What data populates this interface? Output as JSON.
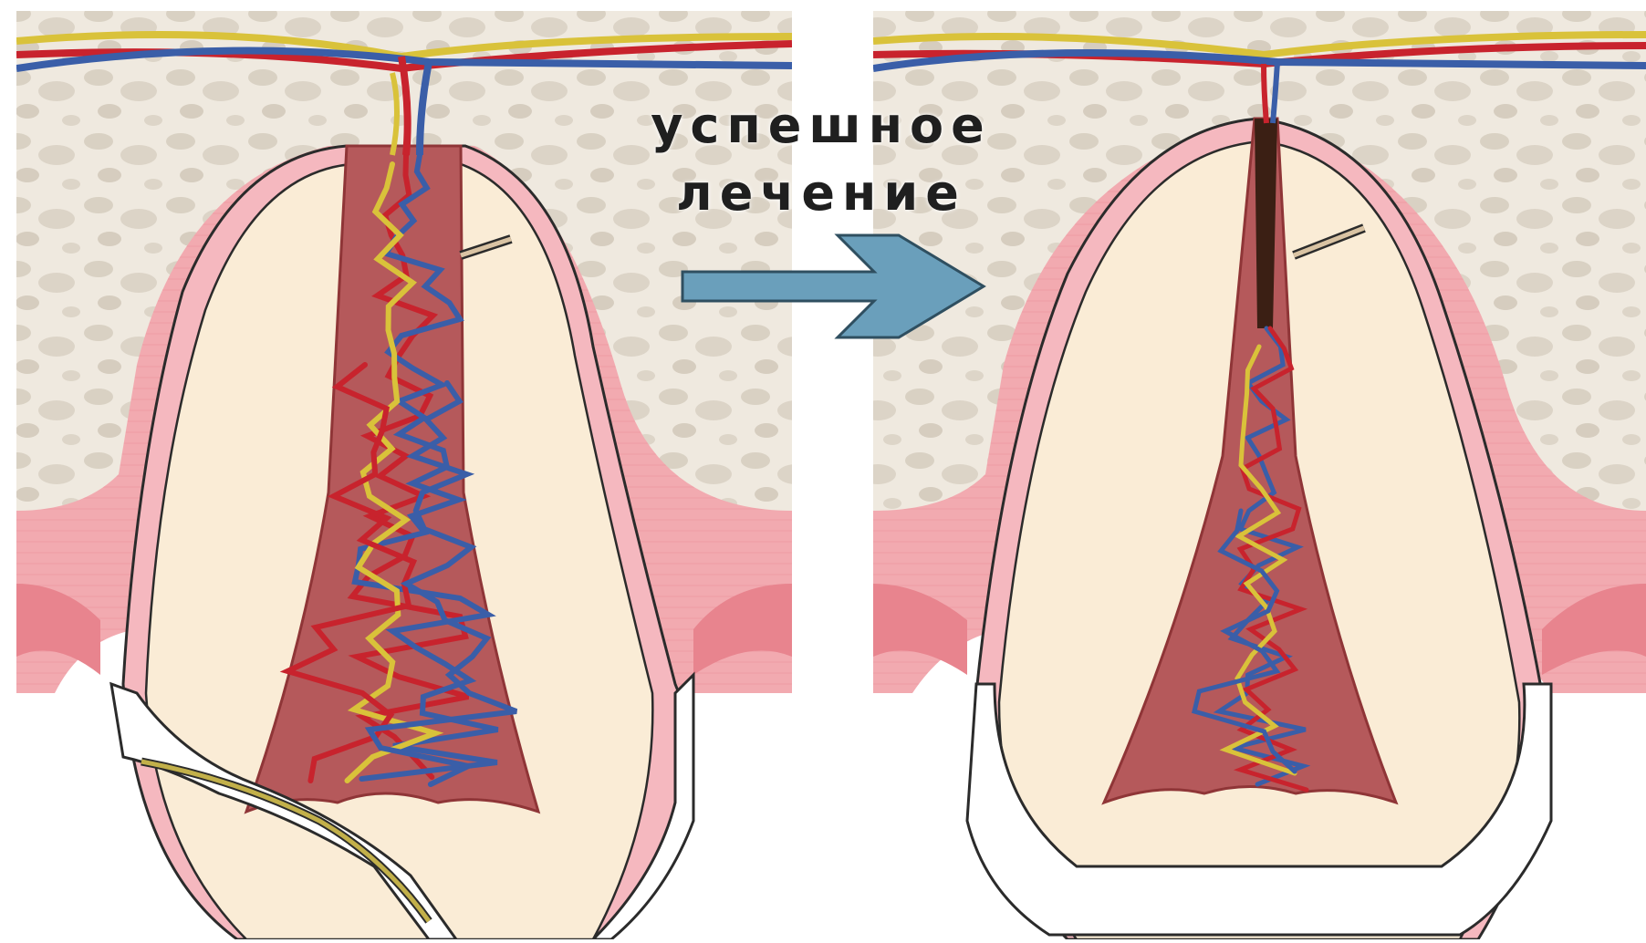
{
  "caption": {
    "line1": "успешное",
    "line2": "лечение"
  },
  "colors": {
    "bone": "#efe9df",
    "bone_spots": "#d9d1c3",
    "gum": "#f2aab0",
    "gum_dark": "#e8848e",
    "pdl": "#f5b8bf",
    "dentin": "#faecd6",
    "pulp": "#b5595b",
    "pulp_dark": "#8f3537",
    "artery": "#c8232d",
    "vein": "#3a5ea8",
    "nerve": "#d9c23a",
    "arrow": "#6a9fbb",
    "arrow_outline": "#2f4f60",
    "enamel_outline": "#2b2b2b",
    "dark_canal": "#3b1f14"
  },
  "panels": [
    {
      "id": "before",
      "state": "inflamed"
    },
    {
      "id": "after",
      "state": "treated"
    }
  ]
}
